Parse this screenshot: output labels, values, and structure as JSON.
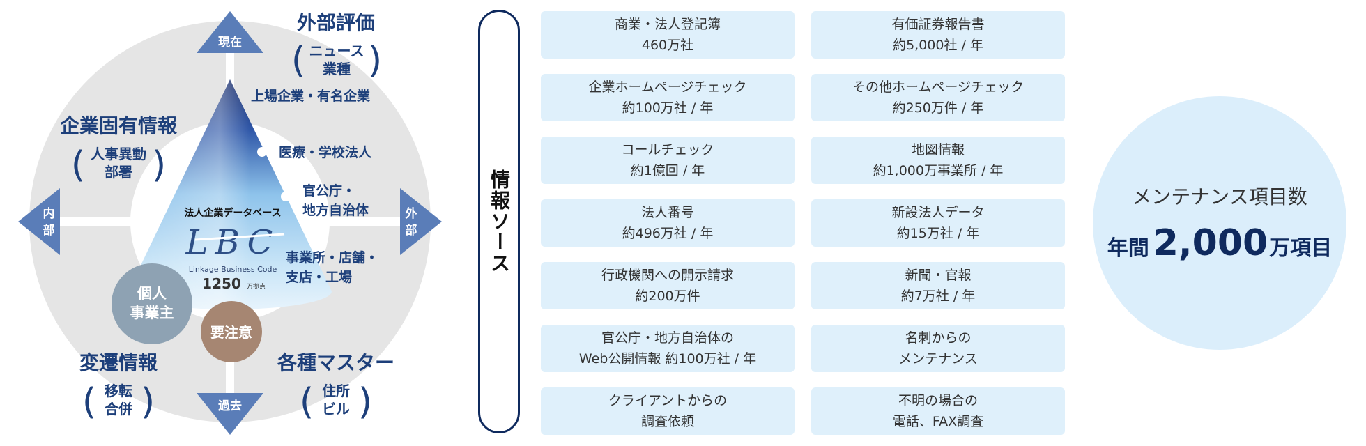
{
  "diagram": {
    "directions": {
      "top": "現在",
      "bottom": "過去",
      "left": "内部",
      "right": "外部"
    },
    "quadrants": {
      "top_right": {
        "title": "外部評価",
        "sub": [
          "ニュース",
          "業種"
        ]
      },
      "top_left": {
        "title": "企業固有情報",
        "sub": [
          "人事異動",
          "部署"
        ]
      },
      "bottom_left": {
        "title": "変遷情報",
        "sub": [
          "移転",
          "合併"
        ]
      },
      "bottom_right": {
        "title": "各種マスター",
        "sub": [
          "住所",
          "ビル"
        ]
      }
    },
    "cone_labels": {
      "level1": "上場企業・有名企業",
      "level2": "医療・学校法人",
      "level3": [
        "官公庁・",
        "地方自治体"
      ],
      "level4": [
        "事業所・店舗・",
        "支店・工場"
      ]
    },
    "lbc": {
      "caption": "法人企業データベース",
      "logo": "LBC",
      "name": "Linkage Business Code",
      "count": "1250",
      "count_unit": "万拠点"
    },
    "circles": {
      "individual": [
        "個人",
        "事業主"
      ],
      "caution": "要注意"
    }
  },
  "source_label": "情報ソース",
  "sources": [
    {
      "name": "商業・法人登記簿",
      "detail": "460万社"
    },
    {
      "name": "有価証券報告書",
      "detail": "約5,000社 / 年"
    },
    {
      "name": "企業ホームページチェック",
      "detail": "約100万社 / 年"
    },
    {
      "name": "その他ホームページチェック",
      "detail": "約250万件 / 年"
    },
    {
      "name": "コールチェック",
      "detail": "約1億回 / 年"
    },
    {
      "name": "地図情報",
      "detail": "約1,000万事業所 / 年"
    },
    {
      "name": "法人番号",
      "detail": "約496万社 / 年"
    },
    {
      "name": "新設法人データ",
      "detail": "約15万社 / 年"
    },
    {
      "name": "行政機関への開示請求",
      "detail": "約200万件"
    },
    {
      "name": "新聞・官報",
      "detail": "約7万社 / 年"
    },
    {
      "name": "官公庁・地方自治体の",
      "detail": "Web公開情報 約100万社 / 年"
    },
    {
      "name": "名刺からの",
      "detail": "メンテナンス"
    },
    {
      "name": "クライアントからの",
      "detail": "調査依頼"
    },
    {
      "name": "不明の場合の",
      "detail": "電話、FAX調査"
    }
  ],
  "maintenance": {
    "title": "メンテナンス項目数",
    "prefix": "年間",
    "value": "2,000",
    "suffix": "万項目"
  }
}
